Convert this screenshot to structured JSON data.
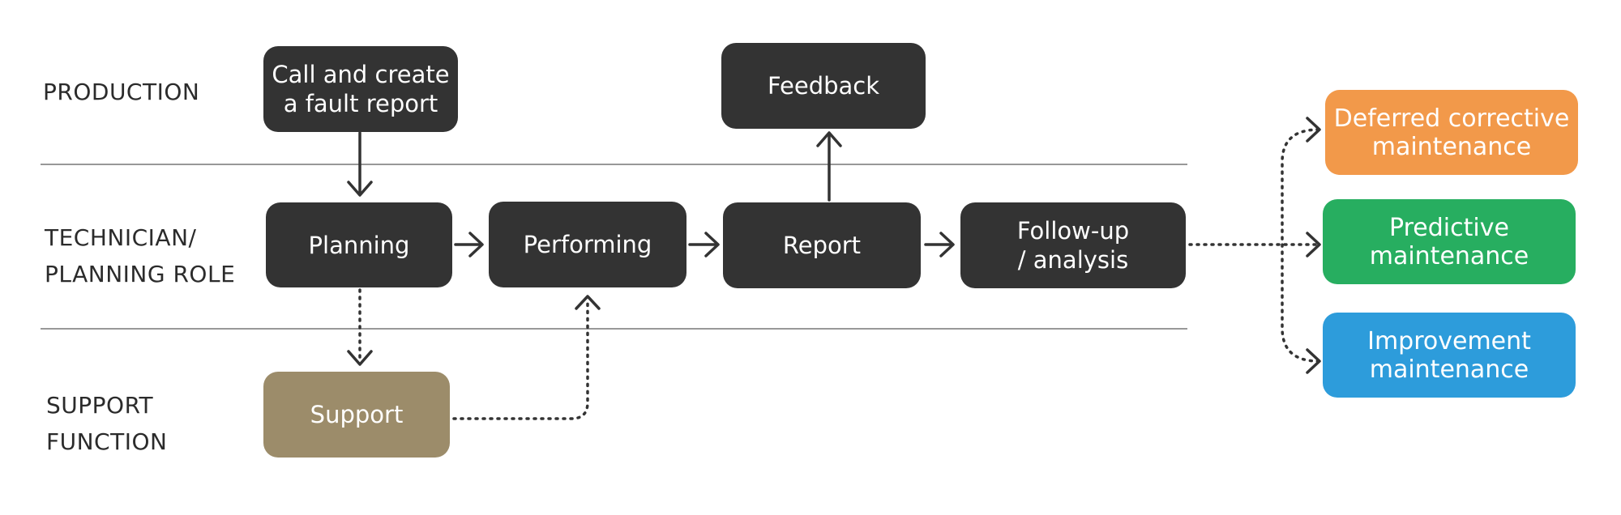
{
  "colors": {
    "process_node": "#333333",
    "support_node": "#9c8c6a",
    "deferred": "#f2994a",
    "predictive": "#27ae60",
    "improvement": "#2d9cdb",
    "connector": "#333333",
    "lane_divider": "#777777"
  },
  "lanes": {
    "production": [
      "PRODUCTION"
    ],
    "technician": [
      "TECHNICIAN/",
      "PLANNING ROLE"
    ],
    "support": [
      "SUPPORT",
      "FUNCTION"
    ]
  },
  "nodes": {
    "fault_report": [
      "Call and create",
      "a fault report"
    ],
    "feedback": [
      "Feedback"
    ],
    "planning": [
      "Planning"
    ],
    "performing": [
      "Performing"
    ],
    "report": [
      "Report"
    ],
    "follow_up": [
      "Follow-up",
      "/ analysis"
    ],
    "support": [
      "Support"
    ]
  },
  "outcomes": {
    "deferred": [
      "Deferred corrective",
      "maintenance"
    ],
    "predictive": [
      "Predictive",
      "maintenance"
    ],
    "improvement": [
      "Improvement",
      "maintenance"
    ]
  },
  "icons": {
    "solid_arrow": "arrow-icon",
    "dotted_arrow": "dotted-arrow-icon"
  }
}
